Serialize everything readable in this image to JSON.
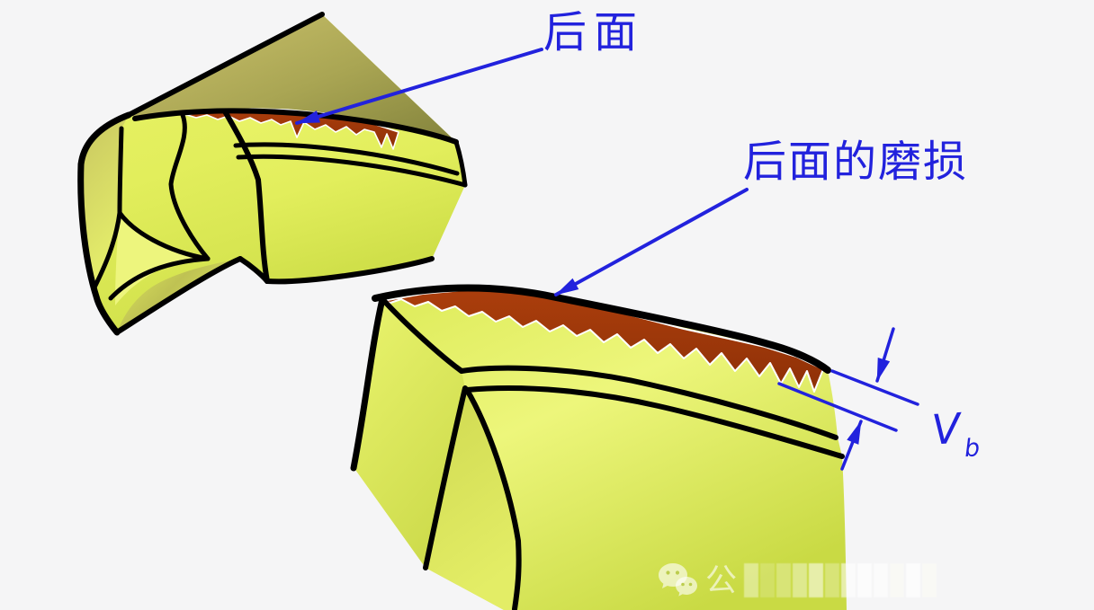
{
  "figure": {
    "type": "technical-diagram",
    "labels": {
      "flank_face": "后面",
      "flank_wear": "后面的磨损",
      "wear_width": {
        "main": "V",
        "sub": "b"
      }
    },
    "watermark": {
      "icon": "wechat-icon",
      "visible_text": "公",
      "blurred_text": true
    },
    "colors": {
      "annotation_blue": "#2222dd",
      "tool_body_yellow": "#e3ef5d",
      "tool_rake_olive": "#8a8a40",
      "wear_band_brown": "#a63d0c",
      "outline_black": "#000000",
      "background": "#f5f5f6"
    }
  }
}
